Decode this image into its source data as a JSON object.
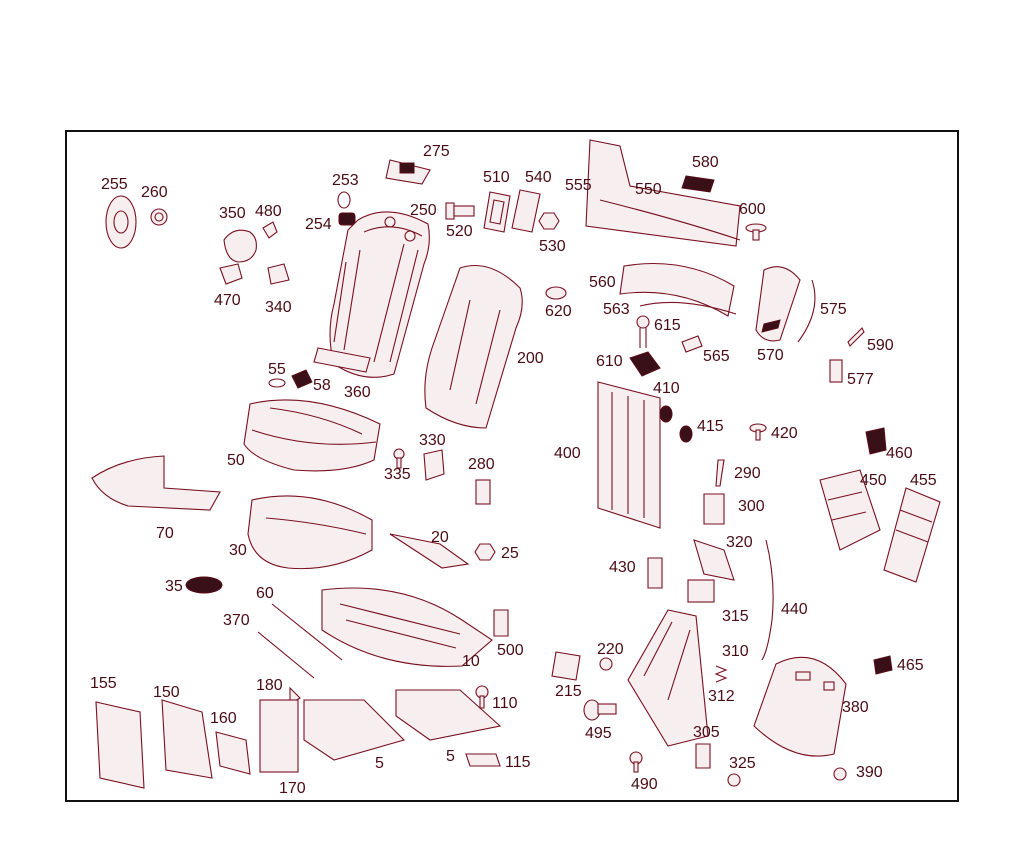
{
  "labels": {
    "p255": "255",
    "p260": "260",
    "p350": "350",
    "p480": "480",
    "p470": "470",
    "p340": "340",
    "p253": "253",
    "p275": "275",
    "p254": "254",
    "p250": "250",
    "p510": "510",
    "p540": "540",
    "p520": "520",
    "p530": "530",
    "p555": "555",
    "p550": "550",
    "p580": "580",
    "p600": "600",
    "p560": "560",
    "p620": "620",
    "p563": "563",
    "p615": "615",
    "p575": "575",
    "p590": "590",
    "p565": "565",
    "p570": "570",
    "p577": "577",
    "p200": "200",
    "p55": "55",
    "p58": "58",
    "p360": "360",
    "p610": "610",
    "p410": "410",
    "p415": "415",
    "p420": "420",
    "p400": "400",
    "p460": "460",
    "p290": "290",
    "p450": "450",
    "p455": "455",
    "p50": "50",
    "p330": "330",
    "p335": "335",
    "p280": "280",
    "p300": "300",
    "p70": "70",
    "p20": "20",
    "p30": "30",
    "p25": "25",
    "p320": "320",
    "p430": "430",
    "p35": "35",
    "p60": "60",
    "p370": "370",
    "p440": "440",
    "p315": "315",
    "p500": "500",
    "p10": "10",
    "p220": "220",
    "p310": "310",
    "p465": "465",
    "p155": "155",
    "p150": "150",
    "p180": "180",
    "p110": "110",
    "p215": "215",
    "p312": "312",
    "p160": "160",
    "p380": "380",
    "p495": "495",
    "p305": "305",
    "p5a": "5",
    "p5b": "5",
    "p115": "115",
    "p170": "170",
    "p325": "325",
    "p490": "490",
    "p390": "390"
  }
}
